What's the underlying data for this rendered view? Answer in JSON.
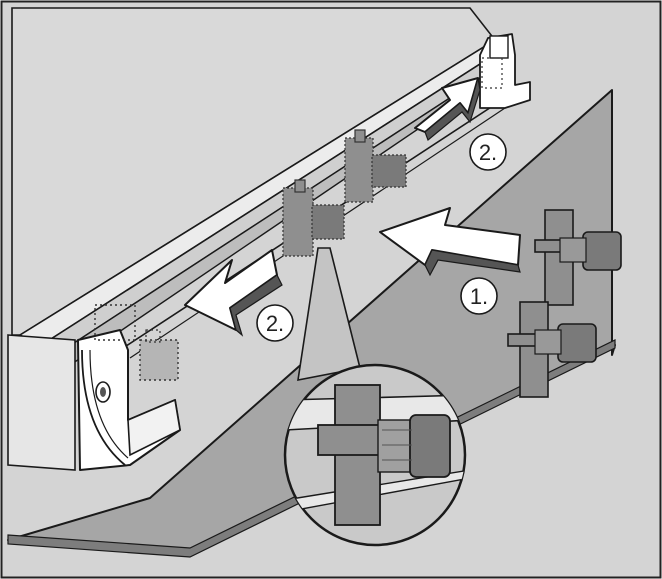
{
  "figure": {
    "step_labels": {
      "insert": "1.",
      "slide_right": "2.",
      "slide_left": "2."
    }
  },
  "colors": {
    "background": "#d4d4d4",
    "frame": "#222222",
    "panel_dark": "#a6a6a6",
    "clip": "#8f8f8f",
    "clip_dark": "#6e6e6e",
    "bracket": "#ffffff",
    "line": "#1a1a1a"
  }
}
